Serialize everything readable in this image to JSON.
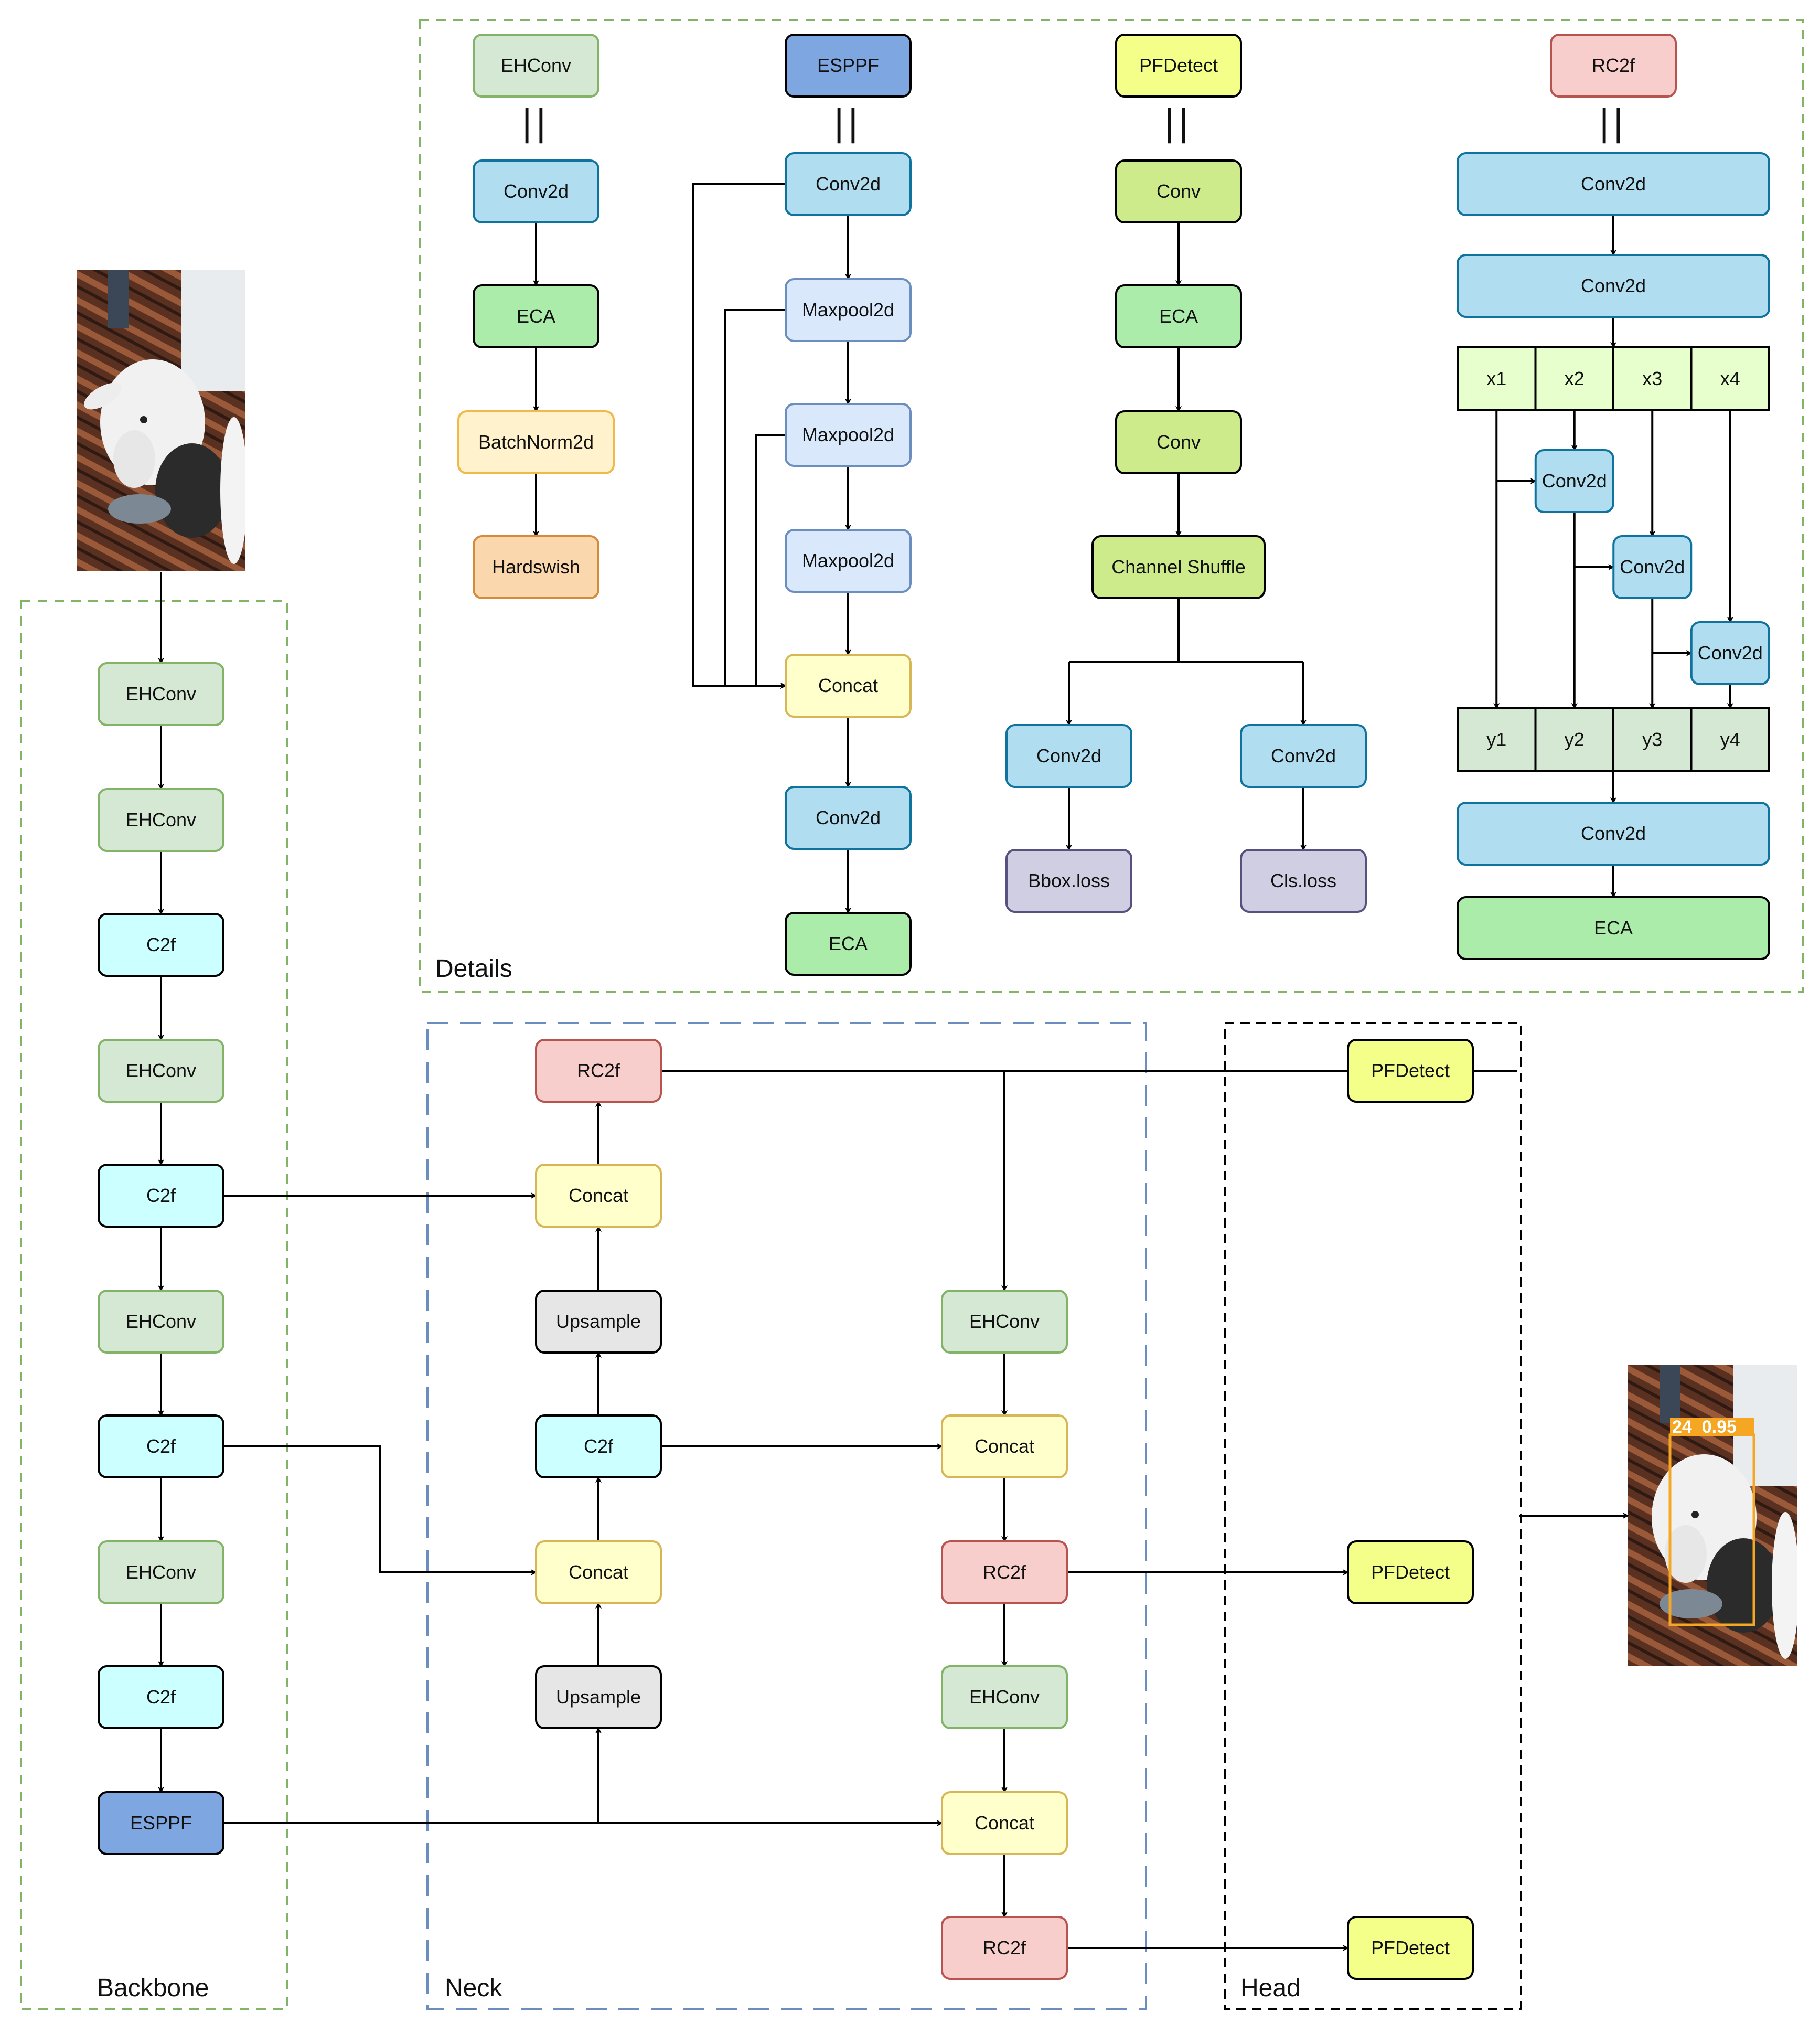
{
  "sections": {
    "details": "Details",
    "backbone": "Backbone",
    "neck": "Neck",
    "head": "Head"
  },
  "colors": {
    "ehconv": "#d5e8d4",
    "ehconv_border": "#82b366",
    "conv2d": "#b1ddf0",
    "conv2d_border": "#10739e",
    "eca": "#acecab",
    "batchnorm": "#fff2cc",
    "batchnorm_border": "#f0b94a",
    "hardswish": "#fad7ac",
    "hardswish_border": "#d68b3c",
    "esppf": "#7ea6e0",
    "maxpool": "#dae8fc",
    "maxpool_border": "#6c8ebf",
    "concat": "#ffffcc",
    "concat_border": "#d6b656",
    "pfdetect": "#f3ff88",
    "conv": "#cdeb8b",
    "loss": "#d0cee2",
    "loss_border": "#56517e",
    "rc2f": "#f8cecc",
    "rc2f_border": "#b85450",
    "c2f": "#ccffff",
    "upsample": "#e6e6e6",
    "x_cell": "#e6ffcc",
    "y_cell": "#d5e8d4",
    "detection_box": "#f5a623"
  },
  "details": {
    "ehconv": {
      "title": "EHConv",
      "eq": "||",
      "steps": [
        "Conv2d",
        "ECA",
        "BatchNorm2d",
        "Hardswish"
      ]
    },
    "esppf": {
      "title": "ESPPF",
      "eq": "||",
      "steps": [
        "Conv2d",
        "Maxpool2d",
        "Maxpool2d",
        "Maxpool2d",
        "Concat",
        "Conv2d",
        "ECA"
      ]
    },
    "pfdetect": {
      "title": "PFDetect",
      "eq": "||",
      "steps": [
        "Conv",
        "ECA",
        "Conv",
        "Channel Shuffle"
      ],
      "branches": [
        [
          "Conv2d",
          "Bbox.loss"
        ],
        [
          "Conv2d",
          "Cls.loss"
        ]
      ]
    },
    "rc2f": {
      "title": "RC2f",
      "eq": "||",
      "top": [
        "Conv2d",
        "Conv2d"
      ],
      "x": [
        "x1",
        "x2",
        "x3",
        "x4"
      ],
      "convs": [
        "Conv2d",
        "Conv2d",
        "Conv2d"
      ],
      "y": [
        "y1",
        "y2",
        "y3",
        "y4"
      ],
      "bottom": [
        "Conv2d",
        "ECA"
      ]
    }
  },
  "backbone": [
    "EHConv",
    "EHConv",
    "C2f",
    "EHConv",
    "C2f",
    "EHConv",
    "C2f",
    "EHConv",
    "C2f",
    "ESPPF"
  ],
  "neck": {
    "left": [
      "RC2f",
      "Concat",
      "Upsample",
      "C2f",
      "Concat",
      "Upsample"
    ],
    "right": [
      "EHConv",
      "Concat",
      "RC2f",
      "EHConv",
      "Concat",
      "RC2f"
    ]
  },
  "head": [
    "PFDetect",
    "PFDetect",
    "PFDetect"
  ],
  "detection_label": "24  0.95"
}
